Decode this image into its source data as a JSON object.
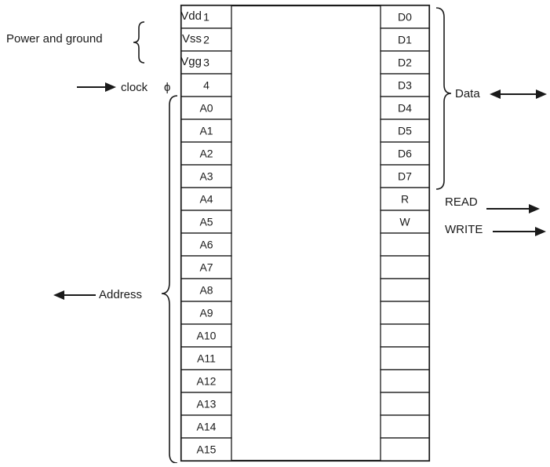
{
  "diagram": {
    "left_pins": [
      "1",
      "2",
      "3",
      "4",
      "A0",
      "A1",
      "A2",
      "A3",
      "A4",
      "A5",
      "A6",
      "A7",
      "A8",
      "A9",
      "A10",
      "A11",
      "A12",
      "A13",
      "A14",
      "A15"
    ],
    "right_pins": [
      "D0",
      "D1",
      "D2",
      "D3",
      "D4",
      "D5",
      "D6",
      "D7",
      "R",
      "W",
      "",
      "",
      "",
      "",
      "",
      "",
      "",
      "",
      "",
      ""
    ],
    "power_labels": [
      "Vdd",
      "Vss",
      "Vgg"
    ],
    "labels": {
      "power_and_ground": "Power and ground",
      "clock": "clock",
      "clock_symbol": "ϕ",
      "data": "Data",
      "read": "READ",
      "write": "WRITE",
      "address": "Address"
    }
  }
}
